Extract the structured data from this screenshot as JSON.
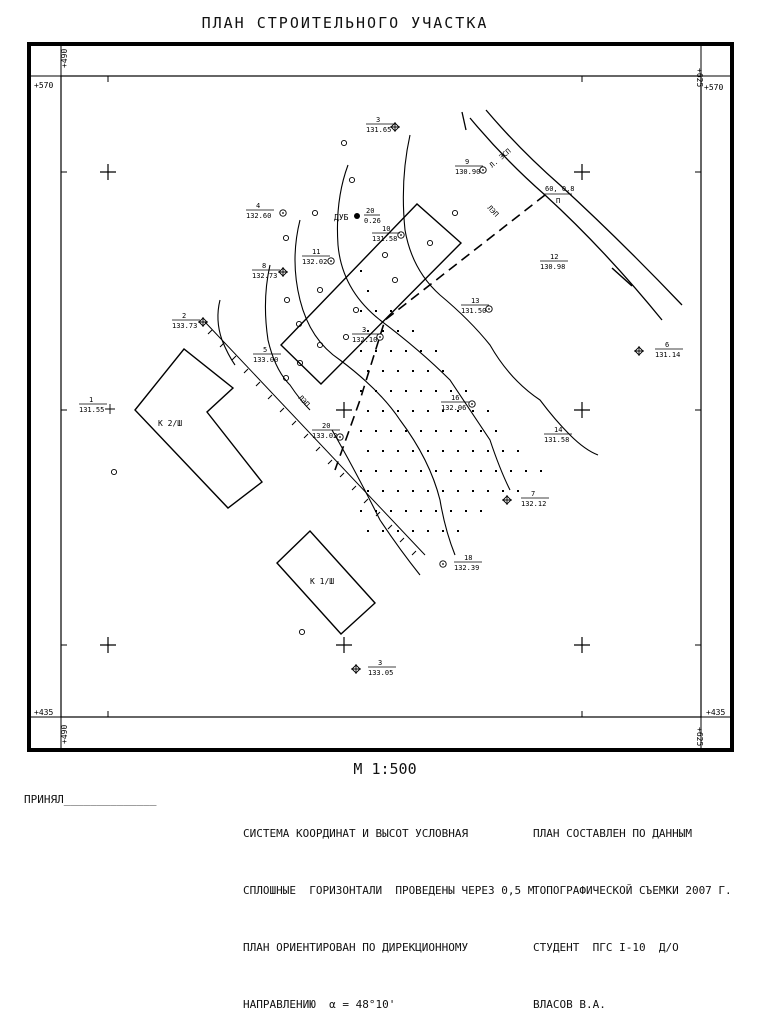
{
  "title": "ПЛАН СТРОИТЕЛЬНОГО УЧАСТКА",
  "frame_labels": {
    "top_left_x": "+490",
    "top_right_x": "+625",
    "bottom_left_x": "+490",
    "bottom_right_x": "+625",
    "left_top_y": "+570",
    "right_top_y": "+570",
    "left_bottom_y": "+435",
    "right_bottom_y": "+435"
  },
  "points": [
    {
      "num": "1",
      "h": "131.55"
    },
    {
      "num": "2",
      "h": "133.73"
    },
    {
      "num": "3",
      "h": "131.65"
    },
    {
      "num": "4",
      "h": "132.60"
    },
    {
      "num": "5",
      "h": "133.00"
    },
    {
      "num": "6",
      "h": "131.14"
    },
    {
      "num": "7",
      "h": "132.12"
    },
    {
      "num": "8",
      "h": "132.73"
    },
    {
      "num": "9",
      "h": "130.90"
    },
    {
      "num": "10",
      "h": "131.58"
    },
    {
      "num": "11",
      "h": "132.02"
    },
    {
      "num": "12",
      "h": "130.98"
    },
    {
      "num": "13",
      "h": "131.50"
    },
    {
      "num": "14",
      "h": "131.58"
    },
    {
      "num": "16",
      "h": "132.06"
    },
    {
      "num": "18",
      "h": "132.39"
    },
    {
      "num": "20",
      "h": "133.02"
    },
    {
      "num": "3",
      "h": "132.10"
    },
    {
      "num": "3",
      "h": "133.05"
    }
  ],
  "map_labels": {
    "tree": "ДУБ",
    "tree_val_top": "20",
    "tree_val_bottom": "0.26",
    "road_label": "Л. ЭСП",
    "road_label2": "ЛЭП",
    "road_label3": "ЛЭП",
    "building1": "К 2/Ш",
    "building2": "К 1/Ш",
    "fence_top": "60, 0,8",
    "fence_bot": "П"
  },
  "scale": "М 1:500",
  "footer": {
    "accepted": "ПРИНЯЛ______________",
    "col2": [
      "СИСТЕМА КООРДИНАТ И ВЫСОТ УСЛОВНАЯ",
      "СПЛОШНЫЕ  ГОРИЗОНТАЛИ  ПРОВЕДЕНЫ ЧЕРЕЗ 0,5 М",
      "ПЛАН ОРИЕНТИРОВАН ПО ДИРЕКЦИОННОМУ",
      "НАПРАВЛЕНИЮ  α = 48°10'"
    ],
    "col3": [
      "ПЛАН СОСТАВЛЕН ПО ДАННЫМ",
      "ТОПОГРАФИЧЕСКОЙ СЪЕМКИ 2007 Г.",
      "СТУДЕНТ  ПГС I-10  Д/О",
      "ВЛАСОВ В.А."
    ]
  }
}
